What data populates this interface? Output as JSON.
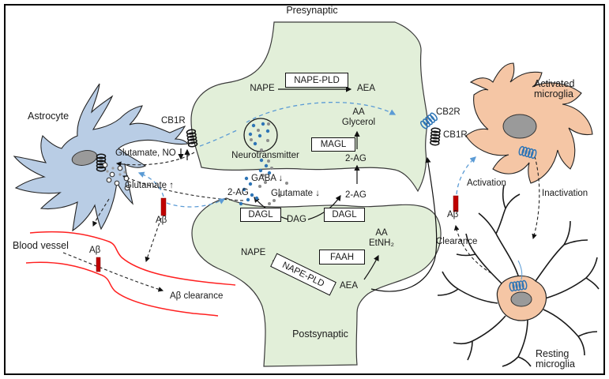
{
  "labels": {
    "presynaptic": "Presynaptic",
    "postsynaptic": "Postsynaptic",
    "astrocyte": "Astrocyte",
    "blood_vessel": "Blood vessel",
    "activated_microglia_1": "Activated",
    "activated_microglia_2": "microglia",
    "resting_microglia_1": "Resting",
    "resting_microglia_2": "microglia"
  },
  "molecules": {
    "nape_top": "NAPE",
    "aea_top": "AEA",
    "aa_top": "AA",
    "glycerol": "Glycerol",
    "two_ag_upper": "2-AG",
    "two_ag_left": "2-AG",
    "two_ag_right": "2-AG",
    "neurotransmitter": "Neurotransmitter",
    "gaba": "GABA ↓",
    "glutamate_down": "Glutamate ↓",
    "dag": "DAG",
    "nape_bottom": "NAPE",
    "aea_bottom": "AEA",
    "aa_bottom": "AA",
    "etnh2": "EtNH₂"
  },
  "enzymes": {
    "nape_pld_top": "NAPE-PLD",
    "magl": "MAGL",
    "dagl_left": "DAGL",
    "dagl_right": "DAGL",
    "faah": "FAAH",
    "nape_pld_bottom": "NAPE-PLD"
  },
  "receptors": {
    "cb1r_left": "CB1R",
    "cb2r": "CB2R",
    "cb1r_right": "CB1R"
  },
  "signals": {
    "glutamate_no": "Glutamate, NO",
    "receptor_arrows": "↓↑",
    "glutamate_up": "Glutamate ↑",
    "abeta_left": "Aβ",
    "abeta_vessel": "Aβ",
    "abeta_clearance": "Aβ clearance",
    "abeta_right": "Aβ",
    "activation": "Activation",
    "inactivation": "Inactivation",
    "clearance": "Clearance"
  },
  "colors": {
    "terminal_green": "#e2efd9",
    "astrocyte_blue": "#b9cde5",
    "microglia_peach": "#f5c6a5",
    "nucleus_gray": "#9a9a9a",
    "abeta_red": "#c00000",
    "vessel_red": "#ff2020",
    "blue_dashed": "#5b9bd5",
    "dot_blue": "#2e75b6",
    "dot_gray": "#8c8c8c",
    "outline": "#1a1a1a"
  }
}
